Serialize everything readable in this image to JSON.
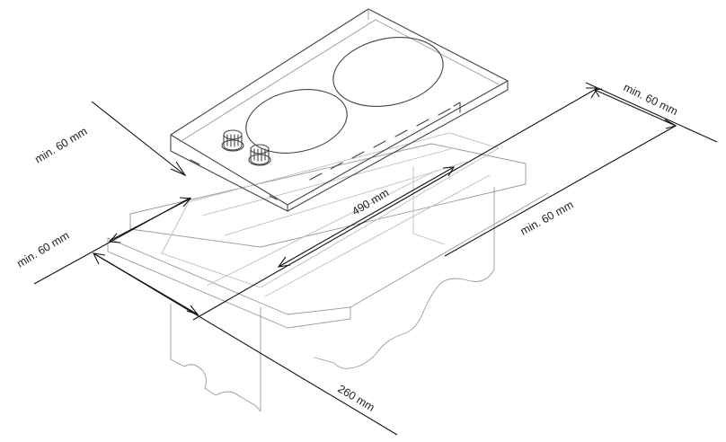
{
  "labels": {
    "min_left": "min. 60 mm",
    "min_front": "min. 60 mm",
    "min_right_top": "min. 60 mm",
    "min_right": "min. 60 mm",
    "width": "490  mm",
    "depth": "260  mm"
  },
  "colors": {
    "line": "#444444",
    "dimension": "#111111",
    "cabinet": "#9a9a9a"
  }
}
